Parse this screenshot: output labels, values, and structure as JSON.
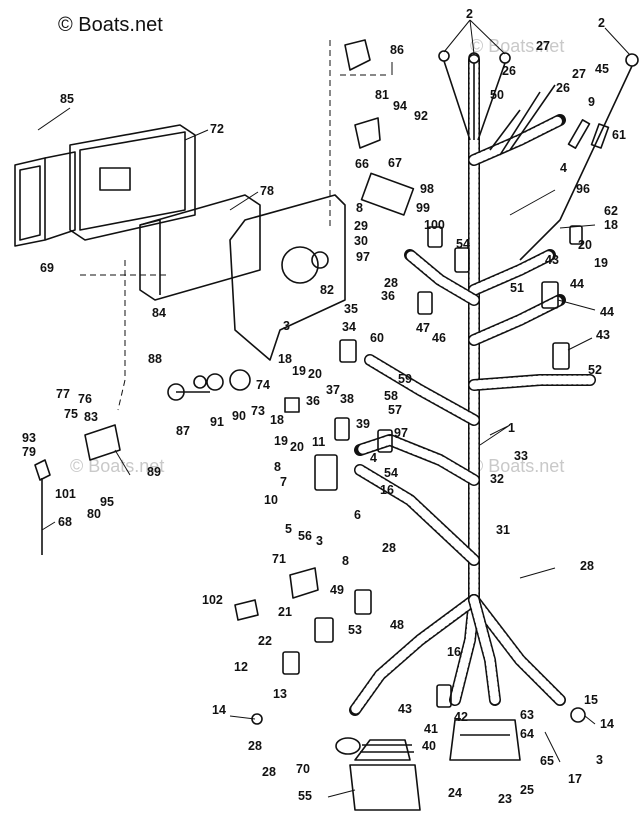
{
  "watermark": {
    "main": "© Boats.net",
    "faint": [
      "© Boats.net",
      "© Boats.net",
      "© Boats.net"
    ]
  },
  "callouts": [
    "2",
    "2",
    "27",
    "26",
    "27",
    "50",
    "26",
    "45",
    "9",
    "86",
    "81",
    "85",
    "72",
    "94",
    "92",
    "67",
    "66",
    "78",
    "98",
    "61",
    "4",
    "96",
    "62",
    "69",
    "8",
    "99",
    "29",
    "100",
    "30",
    "18",
    "54",
    "97",
    "28",
    "20",
    "19",
    "43",
    "44",
    "82",
    "36",
    "51",
    "35",
    "84",
    "34",
    "47",
    "46",
    "44",
    "43",
    "88",
    "3",
    "60",
    "52",
    "18",
    "19",
    "20",
    "37",
    "59",
    "74",
    "87",
    "91",
    "90",
    "73",
    "36",
    "38",
    "58",
    "57",
    "77",
    "76",
    "75",
    "83",
    "93",
    "79",
    "18",
    "19",
    "20",
    "11",
    "39",
    "97",
    "1",
    "89",
    "4",
    "54",
    "33",
    "8",
    "7",
    "10",
    "5",
    "56",
    "6",
    "16",
    "32",
    "101",
    "95",
    "80",
    "68",
    "31",
    "3",
    "8",
    "28",
    "71",
    "49",
    "28",
    "102",
    "21",
    "53",
    "48",
    "22",
    "12",
    "13",
    "16",
    "14",
    "43",
    "15",
    "63",
    "41",
    "42",
    "64",
    "28",
    "40",
    "14",
    "70",
    "28",
    "65",
    "3",
    "17",
    "24",
    "23",
    "25",
    "55"
  ]
}
